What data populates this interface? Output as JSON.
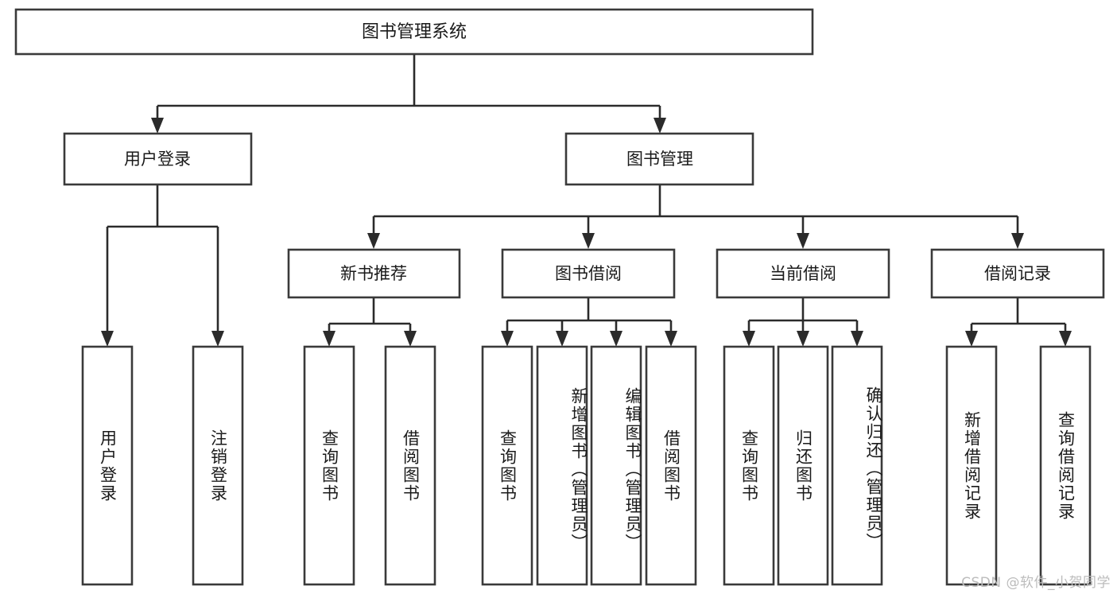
{
  "diagram": {
    "type": "tree-hierarchy",
    "title": "图书管理系统",
    "watermark": "CSDN @软件_小贺同学",
    "colors": {
      "background": "#ffffff",
      "box_fill": "#ffffff",
      "box_stroke": "#3a3a3a",
      "connector": "#2b2b2b",
      "text": "#1a1a1a",
      "watermark_text": "#bcbcbc"
    },
    "root": {
      "label": "图书管理系统"
    },
    "level2": [
      {
        "label": "用户登录"
      },
      {
        "label": "图书管理"
      }
    ],
    "level3": [
      {
        "label": "新书推荐"
      },
      {
        "label": "图书借阅"
      },
      {
        "label": "当前借阅"
      },
      {
        "label": "借阅记录"
      }
    ],
    "leaves": {
      "user_login": [
        {
          "label": "用户登录"
        },
        {
          "label": "注销登录"
        }
      ],
      "new_book_recommend": [
        {
          "label": "查询图书"
        },
        {
          "label": "借阅图书"
        }
      ],
      "book_borrow": [
        {
          "label": "查询图书"
        },
        {
          "label": "新增图书（管理员）"
        },
        {
          "label": "编辑图书（管理员）"
        },
        {
          "label": "借阅图书"
        }
      ],
      "current_borrow": [
        {
          "label": "查询图书"
        },
        {
          "label": "归还图书"
        },
        {
          "label": "确认归还（管理员）"
        }
      ],
      "borrow_record": [
        {
          "label": "新增借阅记录"
        },
        {
          "label": "查询借阅记录"
        }
      ]
    }
  }
}
